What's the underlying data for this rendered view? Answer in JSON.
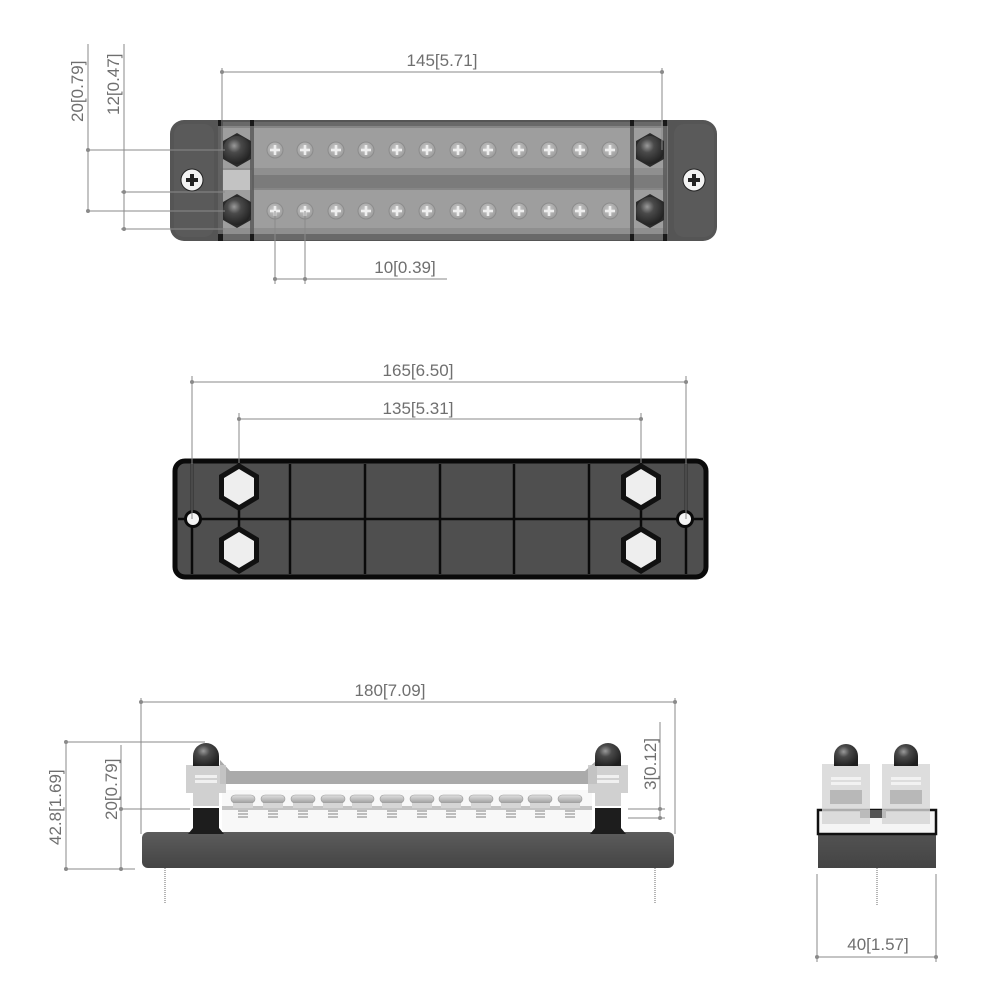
{
  "drawing": {
    "subject": "Dual-row bus bar, 12 screw terminals per row, 4 capped studs",
    "views": [
      "top-view",
      "bottom-view",
      "front-view",
      "side-view"
    ]
  },
  "top_view": {
    "dims": {
      "overall_stud_span": "145[5.71]",
      "row_pitch": "20[0.79]",
      "row_gap": "12[0.47]",
      "screw_pitch": "10[0.39]"
    },
    "screws_per_row": 12,
    "rows": 2
  },
  "bottom_view": {
    "dims": {
      "mount_hole_span": "165[6.50]",
      "stud_span": "135[5.31]"
    },
    "grid_columns": 6,
    "grid_rows": 2
  },
  "front_view": {
    "dims": {
      "overall_length": "180[7.09]",
      "overall_height": "42.8[1.69]",
      "base_to_bar_height": "20[0.79]",
      "bar_thickness": "3[0.12]"
    },
    "screws": 12
  },
  "side_view": {
    "dims": {
      "overall_width": "40[1.57]"
    }
  },
  "colors": {
    "dimension_line": "#8a8a8a",
    "dimension_text": "#6f6f6f",
    "base_dark": "#4e4e4e",
    "bar_light": "#a8a8a8",
    "outline": "#111111"
  }
}
